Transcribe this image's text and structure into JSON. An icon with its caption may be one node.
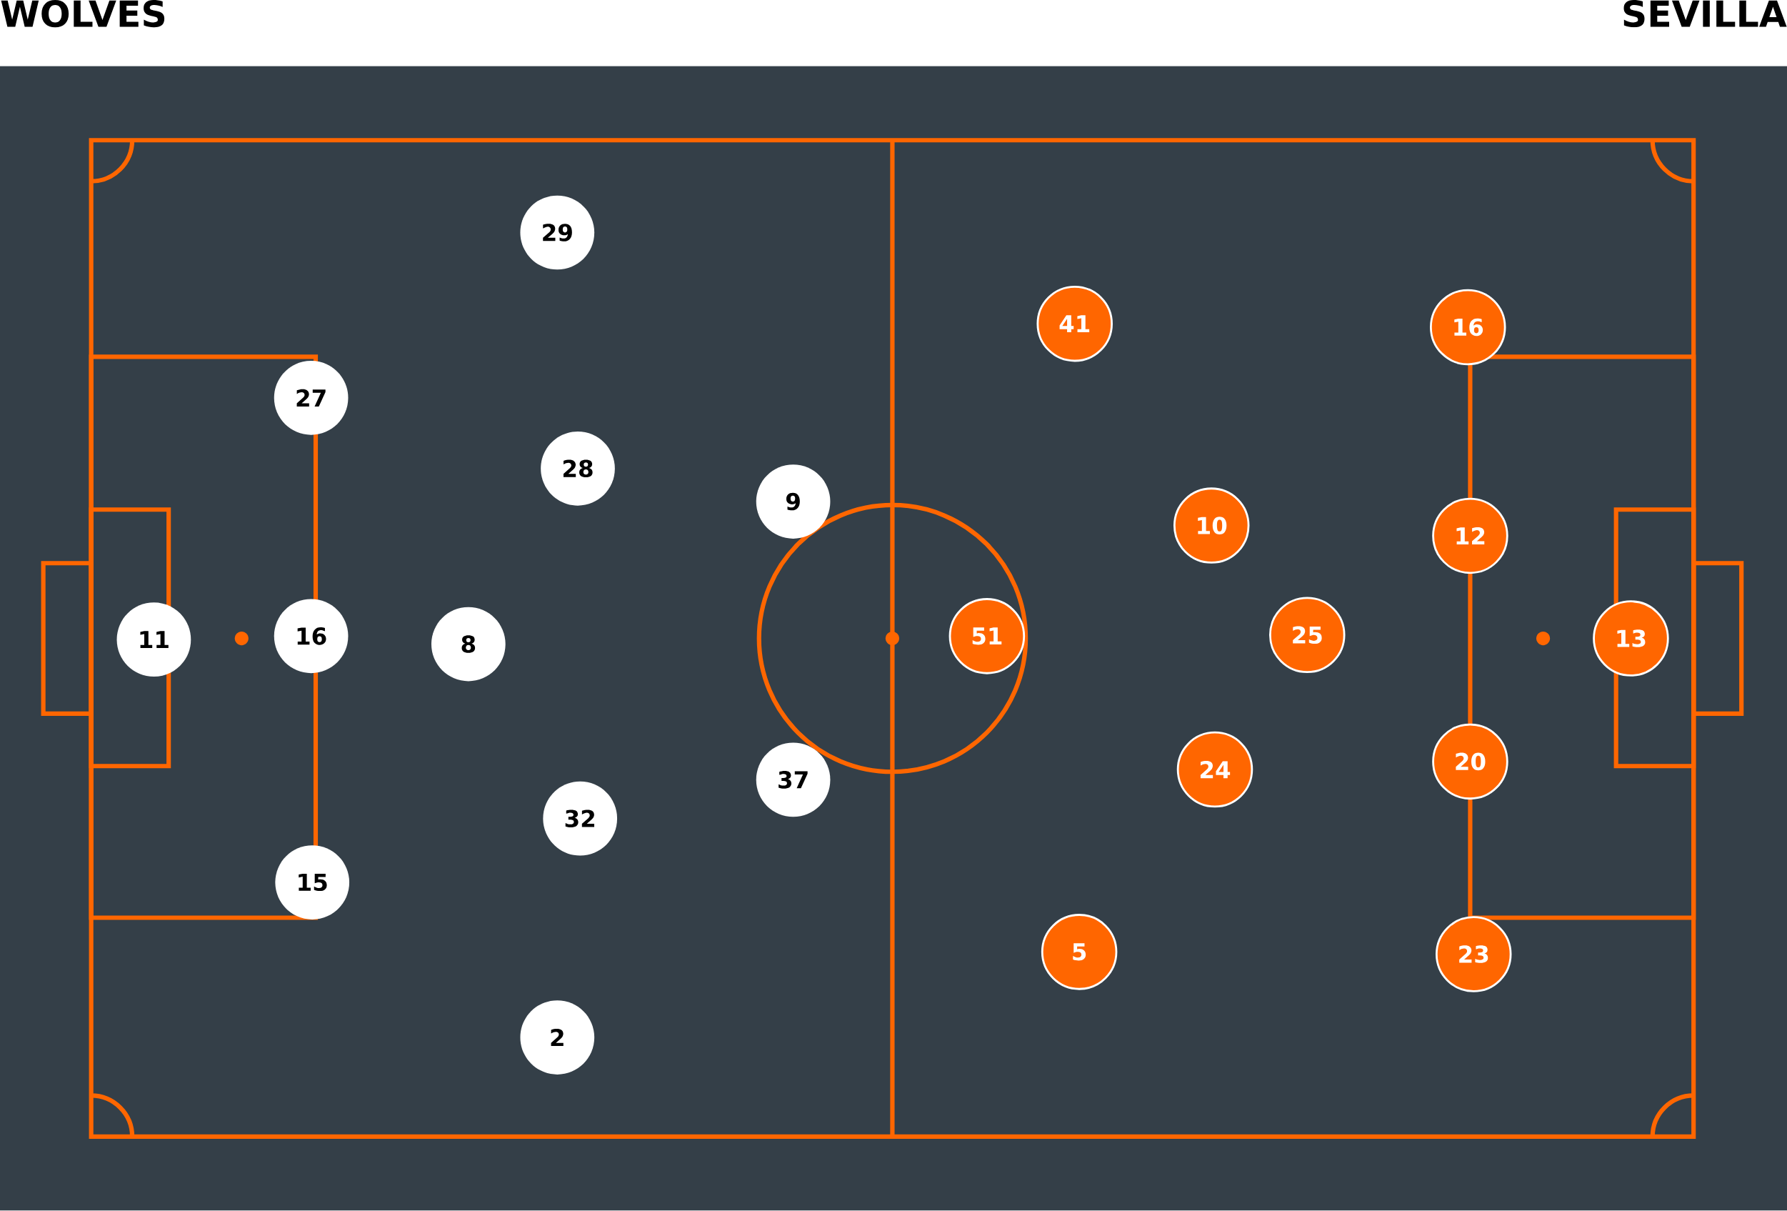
{
  "diagram": {
    "nodes": [
      {
        "text": [
          "29"
        ]
      },
      {
        "text": [
          "27"
        ]
      },
      {
        "text": [
          "28"
        ]
      },
      {
        "text": [
          "9"
        ]
      },
      {
        "text": [
          "11"
        ]
      },
      {
        "text": [
          "16"
        ]
      },
      {
        "text": [
          "8"
        ]
      },
      {
        "text": [
          "37"
        ]
      },
      {
        "text": [
          "32"
        ]
      },
      {
        "text": [
          "15"
        ]
      },
      {
        "text": [
          "2"
        ]
      },
      {
        "text": [
          "41"
        ]
      },
      {
        "text": [
          "16"
        ]
      },
      {
        "text": [
          "10"
        ]
      },
      {
        "text": [
          "12"
        ]
      },
      {
        "text": [
          "51"
        ]
      },
      {
        "text": [
          "25"
        ]
      },
      {
        "text": [
          "13"
        ]
      },
      {
        "text": [
          "24"
        ]
      },
      {
        "text": [
          "20"
        ]
      },
      {
        "text": [
          "5"
        ]
      },
      {
        "text": [
          "23"
        ]
      }
    ],
    "labels": [
      "WOLVES",
      "SEVILLA"
    ]
  }
}
